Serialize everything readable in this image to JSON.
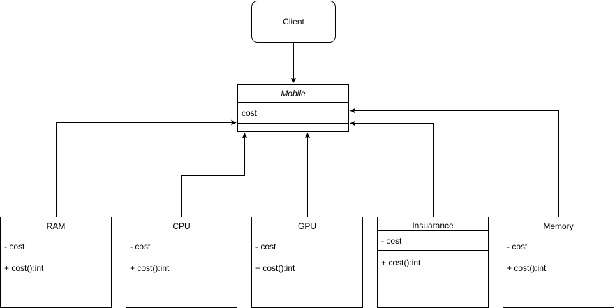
{
  "client": {
    "label": "Client"
  },
  "mobile": {
    "name": "Mobile",
    "attribute": "cost"
  },
  "components": [
    {
      "name": "RAM",
      "attribute": "- cost",
      "method": "+ cost():int"
    },
    {
      "name": "CPU",
      "attribute": "- cost",
      "method": "+ cost():int"
    },
    {
      "name": "GPU",
      "attribute": "- cost",
      "method": "+ cost():int"
    },
    {
      "name": "Insuarance",
      "attribute": "- cost",
      "method": "+ cost():int"
    },
    {
      "name": "Memory",
      "attribute": "- cost",
      "method": "+ cost():int"
    }
  ],
  "colors": {
    "line": "#000000",
    "background": "#ffffff"
  }
}
